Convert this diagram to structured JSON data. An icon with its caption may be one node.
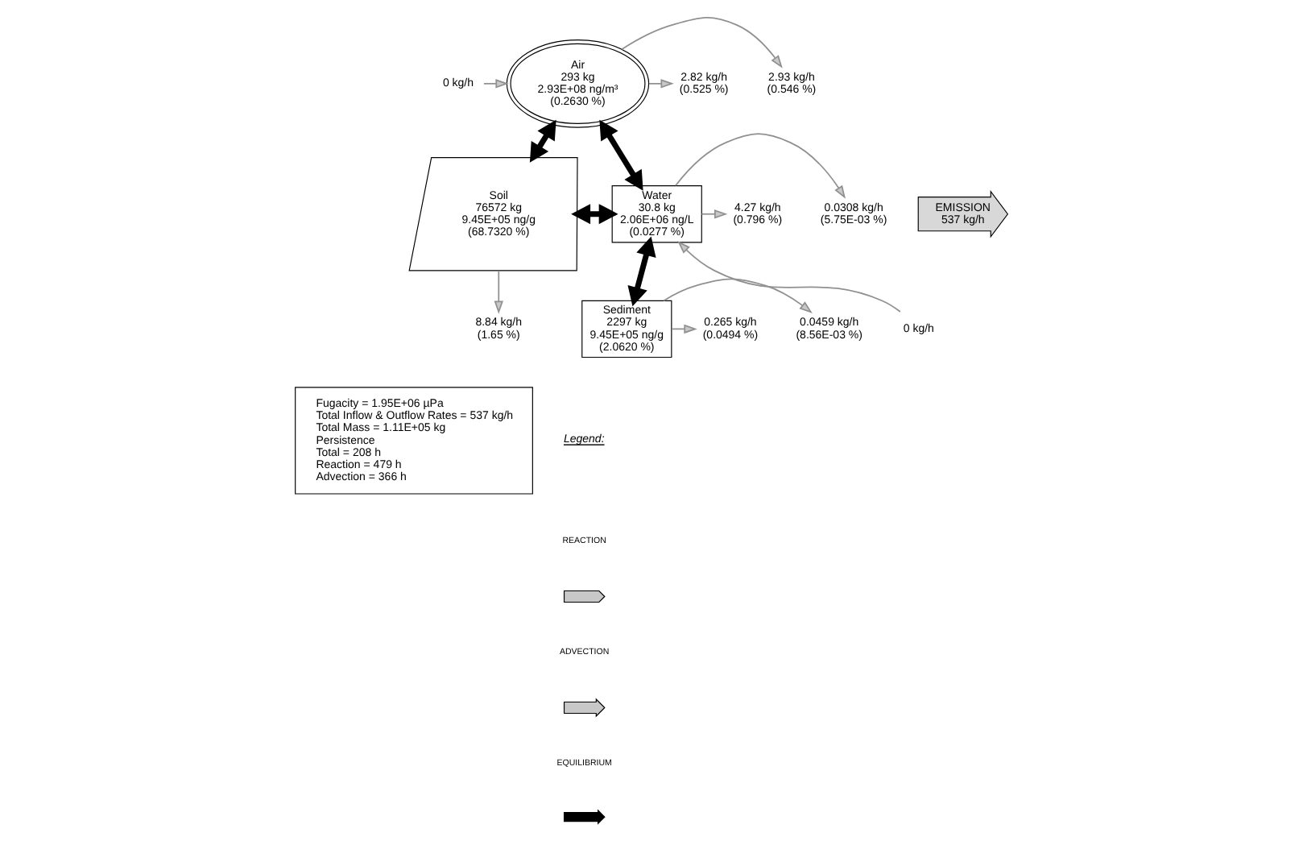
{
  "diagram": {
    "nodes": [
      {
        "text": [
          "Air",
          "293 kg",
          "2.93E+08 ng/m³",
          "(0.2630 %)"
        ]
      },
      {
        "text": [
          "Soil",
          "76572 kg",
          "9.45E+05 ng/g",
          "(68.7320 %)"
        ]
      },
      {
        "text": [
          "Water",
          "30.8 kg",
          "2.06E+06 ng/L",
          "(0.0277 %)"
        ]
      },
      {
        "text": [
          "Sediment",
          "2297 kg",
          "9.45E+05 ng/g",
          "(2.0620 %)"
        ]
      },
      {
        "text": [
          "Fugacity = 1.95E+06 µPa",
          "Total Inflow & Outflow Rates = 537 kg/h",
          "Total Mass = 1.11E+05 kg",
          "Persistence",
          "Total = 208 h",
          "Reaction = 479 h",
          "Advection = 366 h"
        ]
      },
      {
        "text": [
          "0 kg/h"
        ]
      },
      {
        "text": [
          "2.93 kg/h",
          "(0.546 %)"
        ]
      },
      {
        "text": [
          "2.82 kg/h",
          "(0.525 %)"
        ]
      },
      {
        "text": [
          "EMISSION",
          "537 kg/h"
        ]
      },
      {
        "text": [
          "8.84 kg/h",
          "(1.65 %)"
        ]
      },
      {
        "text": [
          "0 kg/h"
        ]
      },
      {
        "text": [
          "0.0308 kg/h",
          "(5.75E-03 %)"
        ]
      },
      {
        "text": [
          "4.27 kg/h",
          "(0.796 %)"
        ]
      },
      {
        "text": [
          "0.0459 kg/h",
          "(8.56E-03 %)"
        ]
      },
      {
        "text": [
          "0.265 kg/h",
          "(0.0494 %)"
        ]
      }
    ],
    "edges": [
      {
        "from": 5,
        "to": 0,
        "arrow": "to"
      },
      {
        "from": 0,
        "to": 6,
        "arrow": "to"
      },
      {
        "from": 0,
        "to": 7,
        "arrow": "to"
      },
      {
        "from": 0,
        "to": 1,
        "arrow": "both",
        "style": "thick",
        "color": "#000000"
      },
      {
        "from": 0,
        "to": 2,
        "arrow": "both",
        "style": "thick",
        "color": "#000000"
      },
      {
        "from": 1,
        "to": 2,
        "arrow": "both",
        "style": "thick",
        "color": "#000000"
      },
      {
        "from": 1,
        "to": 9,
        "arrow": "to"
      },
      {
        "from": 10,
        "to": 2,
        "arrow": "to"
      },
      {
        "from": 2,
        "to": 11,
        "arrow": "to"
      },
      {
        "from": 2,
        "to": 12,
        "arrow": "to"
      },
      {
        "from": 2,
        "to": 3,
        "arrow": "both",
        "style": "thick",
        "color": "#000000"
      },
      {
        "from": 3,
        "to": 13,
        "arrow": "to"
      },
      {
        "from": 3,
        "to": 14,
        "arrow": "to"
      }
    ],
    "labels": [
      "Legend:"
    ],
    "legend": [
      {
        "text": "REACTION"
      },
      {
        "text": "ADVECTION"
      },
      {
        "text": "EQUILIBRIUM"
      }
    ]
  }
}
